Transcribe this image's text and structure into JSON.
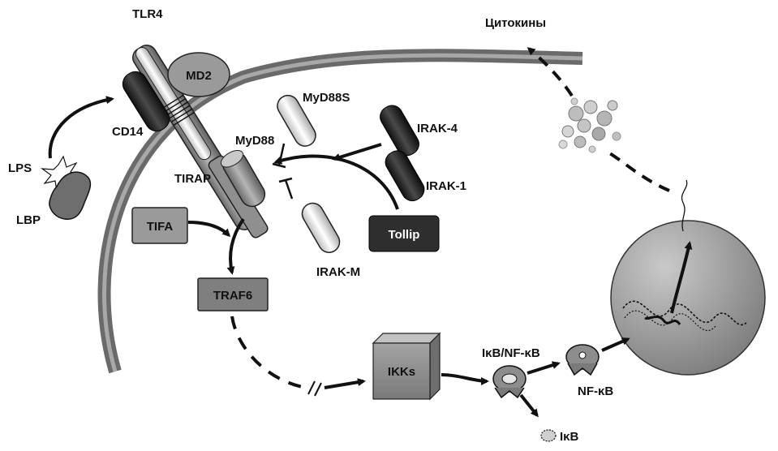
{
  "labels": {
    "tlr4": "TLR4",
    "md2": "MD2",
    "cd14": "CD14",
    "lps": "LPS",
    "lbp": "LBP",
    "tirap": "TIRAP",
    "myd88": "MyD88",
    "myd88s": "MyD88S",
    "irak4": "IRAK-4",
    "irak1": "IRAK-1",
    "irakm": "IRAK-M",
    "tollip": "Tollip",
    "tifa": "TIFA",
    "traf6": "TRAF6",
    "ikks": "IKKs",
    "ikb_nfkb": "IκB/NF-κB",
    "nfkb": "NF-κB",
    "ikb": "IκB",
    "cytokines": "Цитокины"
  },
  "colors": {
    "membrane": "#777777",
    "dark_protein": "#2a2a2a",
    "light_protein": "#e6e6e6",
    "mid_box": "#8c8c8c",
    "nucleus": "#9a9a9a"
  }
}
